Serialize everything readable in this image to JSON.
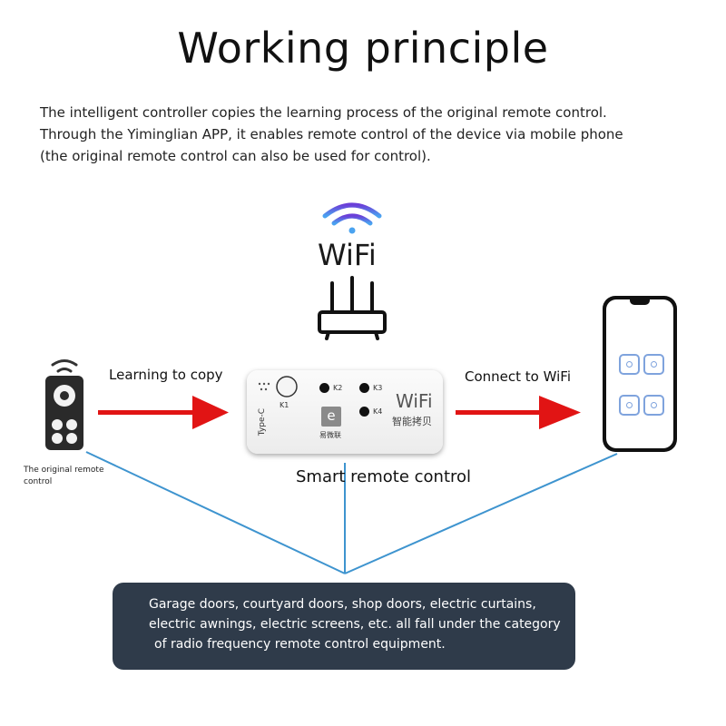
{
  "title": "Working principle",
  "intro": [
    "The intelligent controller copies the learning process of the original remote control.",
    "Through the Yiminglian APP, it enables remote control of the device via mobile phone",
    "(the original remote control can also be used for control)."
  ],
  "wifi_label": "WiFi",
  "left_arrow_label": "Learning to copy",
  "right_arrow_label": "Connect to WiFi",
  "remote_label": "The original remote control",
  "device_caption": "Smart remote control",
  "device": {
    "type_c": "Type-C",
    "k1": "K1",
    "k2": "K2",
    "k3": "K3",
    "k4": "K4",
    "logo_letter": "e",
    "logo_text": "易微联",
    "wifi": "WiFi",
    "cn_text": "智能拷贝"
  },
  "bottom_caption": [
    "Garage doors, courtyard doors, shop doors, electric curtains,",
    "electric awnings, electric screens, etc. all fall under the category",
    "of radio frequency remote control equipment."
  ],
  "colors": {
    "arrow": "#e11414",
    "connector_line": "#3e94cf",
    "caption_box": "#2f3b4a",
    "wifi_gradient_top": "#6b3fd8",
    "wifi_gradient_bottom": "#4aa3f0"
  },
  "icons": [
    "wifi-signal-icon",
    "router-icon",
    "remote-icon",
    "smartphone-icon"
  ]
}
